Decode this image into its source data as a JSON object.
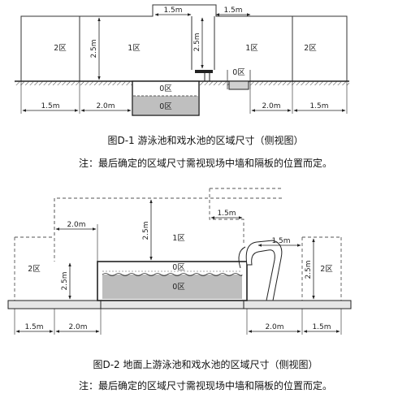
{
  "figure1": {
    "caption": "图D-1 游泳池和戏水池的区域尺寸（侧视图）",
    "note": "注：最后确定的区域尺寸需视现场中墙和隔板的位置而定。",
    "dims": {
      "top_left": "1.5m",
      "top_right": "1.5m",
      "height_left": "2.5m",
      "height_mid": "2.5m",
      "bottom_1": "1.5m",
      "bottom_2": "2.0m",
      "bottom_3": "2.0m",
      "bottom_4": "1.5m"
    },
    "zones": {
      "z2_left": "2区",
      "z1_left": "1区",
      "z1_right": "1区",
      "z2_right": "2区",
      "z0_small": "0区",
      "z0_pool_top": "0区",
      "z0_pool_bottom": "0区"
    }
  },
  "figure2": {
    "caption": "图D-2 地面上游泳池和戏水池的区域尺寸（侧视图）",
    "note": "注：最后确定的区域尺寸需视现场中墙和隔板的位置而定。",
    "dims": {
      "top_left": "2.0m",
      "height_upper": "2.5m",
      "top_right": "1.5m",
      "right_mid": "1.5m",
      "height_left": "2.5m",
      "height_right": "2.5m",
      "bottom_1": "1.5m",
      "bottom_2": "2.0m",
      "bottom_3": "2.0m",
      "bottom_4": "1.5m"
    },
    "zones": {
      "z2_left": "2区",
      "z1": "1区",
      "z2_right": "2区",
      "z0_top": "0区",
      "z0_bottom": "0区"
    }
  }
}
